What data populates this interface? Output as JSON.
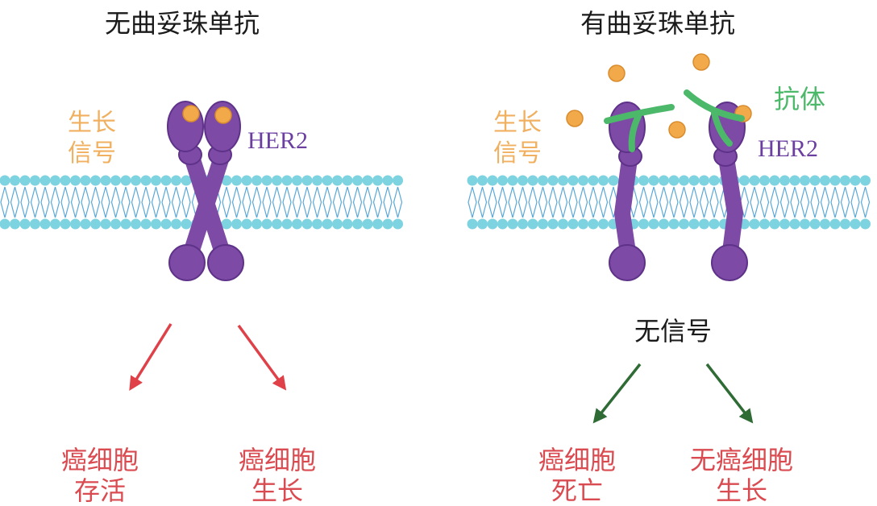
{
  "colors": {
    "receptor": "#7d4aa6",
    "receptor_stroke": "#5f3289",
    "membrane": "#7dd3e0",
    "membrane_tail": "#5aa8d8",
    "ligand": "#f2a94a",
    "ligand_stroke": "#d98c2e",
    "antibody": "#4cb86a",
    "arrow_red": "#e04048",
    "arrow_green": "#2f6b35"
  },
  "left_panel": {
    "title": "无曲妥珠单抗",
    "growth_signal": [
      "生长",
      "信号"
    ],
    "receptor_label": "HER2",
    "outcomes": [
      {
        "line1": "癌细胞",
        "line2": "存活"
      },
      {
        "line1": "癌细胞",
        "line2": "生长"
      }
    ]
  },
  "right_panel": {
    "title": "有曲妥珠单抗",
    "growth_signal": [
      "生长",
      "信号"
    ],
    "antibody_label": "抗体",
    "receptor_label": "HER2",
    "no_signal": "无信号",
    "outcomes": [
      {
        "line1": "癌细胞",
        "line2": "死亡"
      },
      {
        "line1": "无癌细胞",
        "line2": "生长"
      }
    ]
  }
}
